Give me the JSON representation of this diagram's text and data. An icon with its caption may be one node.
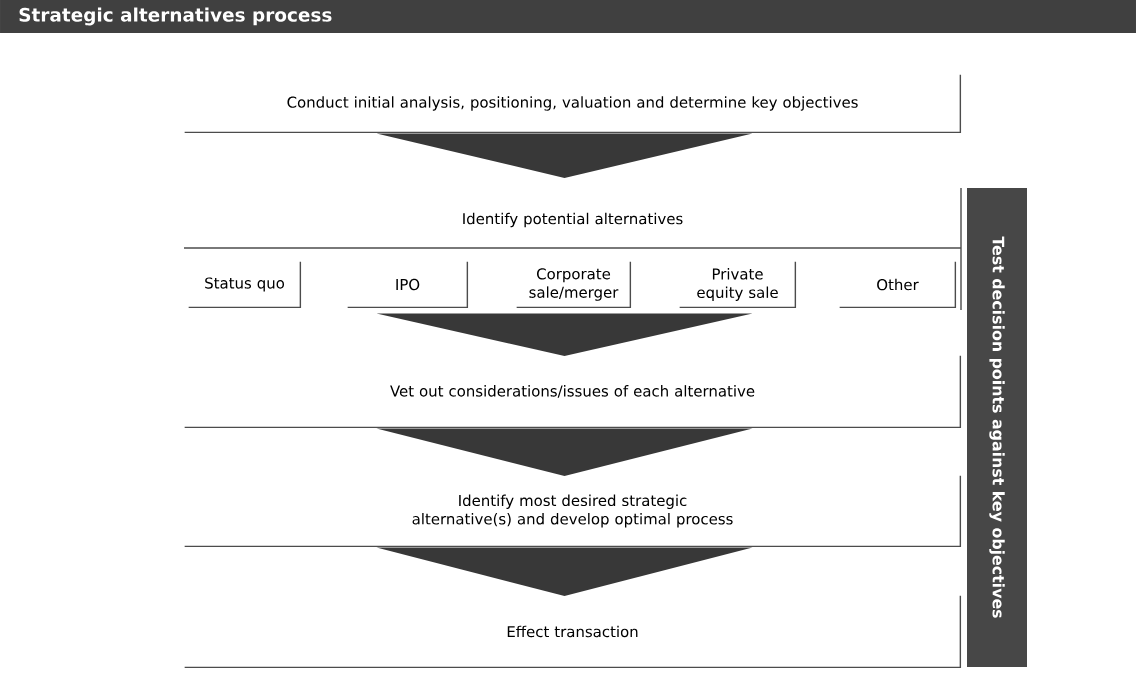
{
  "diagram": {
    "title": "Strategic alternatives process",
    "nodes": [
      {
        "text": [
          "Conduct initial analysis, positioning, valuation and determine key objectives"
        ]
      },
      {
        "text": [
          "Identify potential alternatives"
        ]
      },
      {
        "text": [
          "Status quo"
        ],
        "in": 1
      },
      {
        "text": [
          "IPO"
        ],
        "in": 1
      },
      {
        "text": [
          "Corporate sale/merger"
        ],
        "in": 1
      },
      {
        "text": [
          "Private equity sale"
        ],
        "in": 1
      },
      {
        "text": [
          "Other"
        ],
        "in": 1
      },
      {
        "text": [
          "Vet out considerations/issues of each alternative"
        ]
      },
      {
        "text": [
          "Identify most desired strategic alternative(s) and develop optimal process"
        ]
      },
      {
        "text": [
          "Effect transaction"
        ]
      },
      {
        "text": [
          "Test decision points against key objectives"
        ]
      }
    ],
    "edges": [
      {
        "from": 0,
        "to": 1,
        "arrow": "to"
      },
      {
        "from": 1,
        "to": 7,
        "arrow": "to"
      },
      {
        "from": 7,
        "to": 8,
        "arrow": "to"
      },
      {
        "from": 8,
        "to": 9,
        "arrow": "to"
      }
    ]
  }
}
